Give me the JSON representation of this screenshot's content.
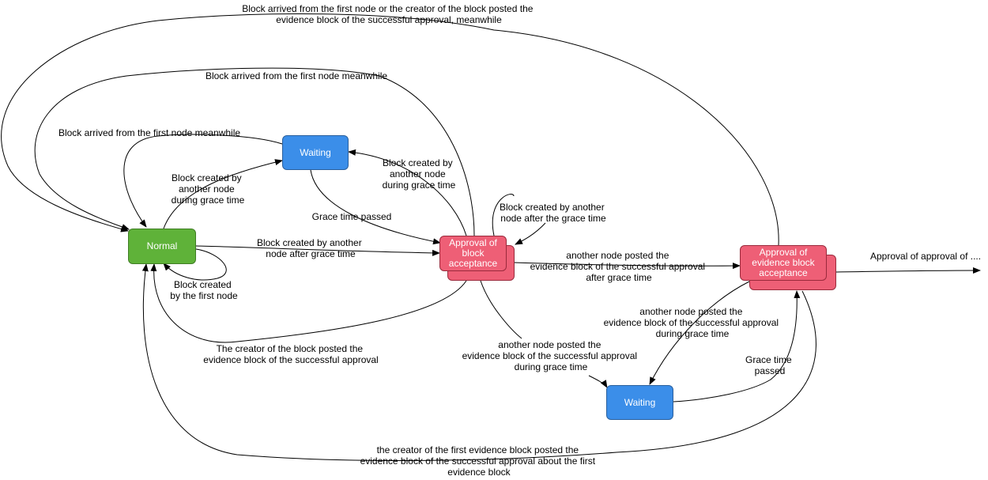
{
  "colors": {
    "waiting": "#3b8ee9",
    "normal": "#5fb239",
    "approval": "#ee5f76"
  },
  "nodes": {
    "waiting_top": "Waiting",
    "normal": "Normal",
    "approval_block": "Approval of\nblock\nacceptance",
    "approval_evidence": "Approval of\nevidence block\nacceptance",
    "waiting_bottom": "Waiting"
  },
  "labels": {
    "top_outer": "Block arrived from the first node or the creator of the block posted the\nevidence block of the successful approval, meanwhile",
    "top_middle": "Block arrived from the first node meanwhile",
    "waiting_to_normal": "Block arrived from the first node meanwhile",
    "normal_to_waiting": "Block created by\nanother node\nduring grace time",
    "approval_to_waiting": "Block created by\nanother node\nduring grace time",
    "grace_passed_top": "Grace time passed",
    "approval_self_loop": "Block created by another\nnode after the grace time",
    "normal_to_approval": "Block created by another\nnode after grace time",
    "normal_self_loop": "Block created\nby the first node",
    "approval_to_normal": "The creator of the block posted the\nevidence block of the successful approval",
    "approval_to_evidence": "another node posted the\nevidence block of the successful approval\nafter grace time",
    "approval_to_waiting_bottom": "another node posted the\nevidence block of the successful approval\nduring grace time",
    "evidence_to_waiting_bottom": "another node posted the\nevidence block of the successful approval\nduring grace time",
    "grace_passed_bottom": "Grace time\npassed",
    "bottom_outer": "the creator of the first evidence block posted the\nevidence block of the successful approval about the first\nevidence block",
    "approval_of_approval": "Approval of approval of ...."
  }
}
